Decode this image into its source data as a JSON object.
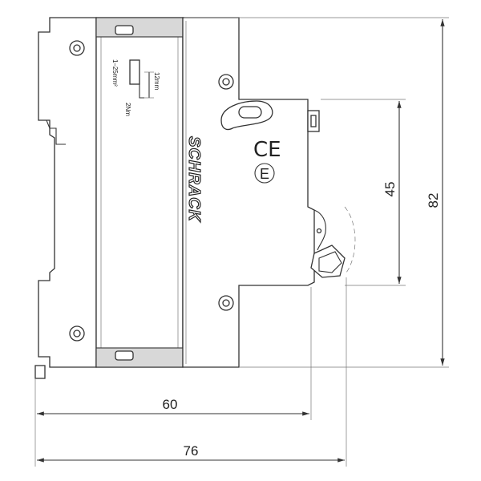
{
  "brand": "SCHRACK",
  "dimensions": {
    "total_height": "82",
    "front_height": "45",
    "depth_to_front": "60",
    "total_depth": "76"
  },
  "terminal_specs": {
    "strip_length": "12mm",
    "cross_section": "1–25mm²",
    "torque": "2Nm"
  },
  "marks": {
    "ce": "CE",
    "conformity": "E"
  }
}
